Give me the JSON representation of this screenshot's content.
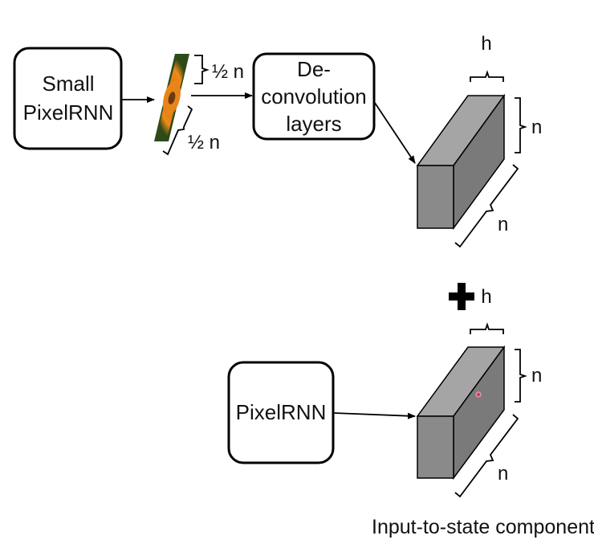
{
  "boxes": {
    "small_pixelrnn": [
      "Small",
      "PixelRNN"
    ],
    "deconvolution": [
      "De-",
      "convolution",
      "layers"
    ],
    "pixelrnn": [
      "PixelRNN"
    ]
  },
  "image_dims": {
    "height": "½ n",
    "width": "½ n"
  },
  "top_block_dims": {
    "h": "h",
    "n_side": "n",
    "n_depth": "n"
  },
  "plus_sign": "+",
  "bottom_block_dims": {
    "h": "h",
    "n_side": "n",
    "n_depth": "n"
  },
  "caption": "Input-to-state component",
  "colors": {
    "block_front": "#8a8a8a",
    "block_top": "#a5a5a5",
    "block_side": "#7a7a7a",
    "outline": "#000000",
    "point": "#d04060"
  },
  "icons": {
    "image": "flower-thumbnail-icon"
  }
}
